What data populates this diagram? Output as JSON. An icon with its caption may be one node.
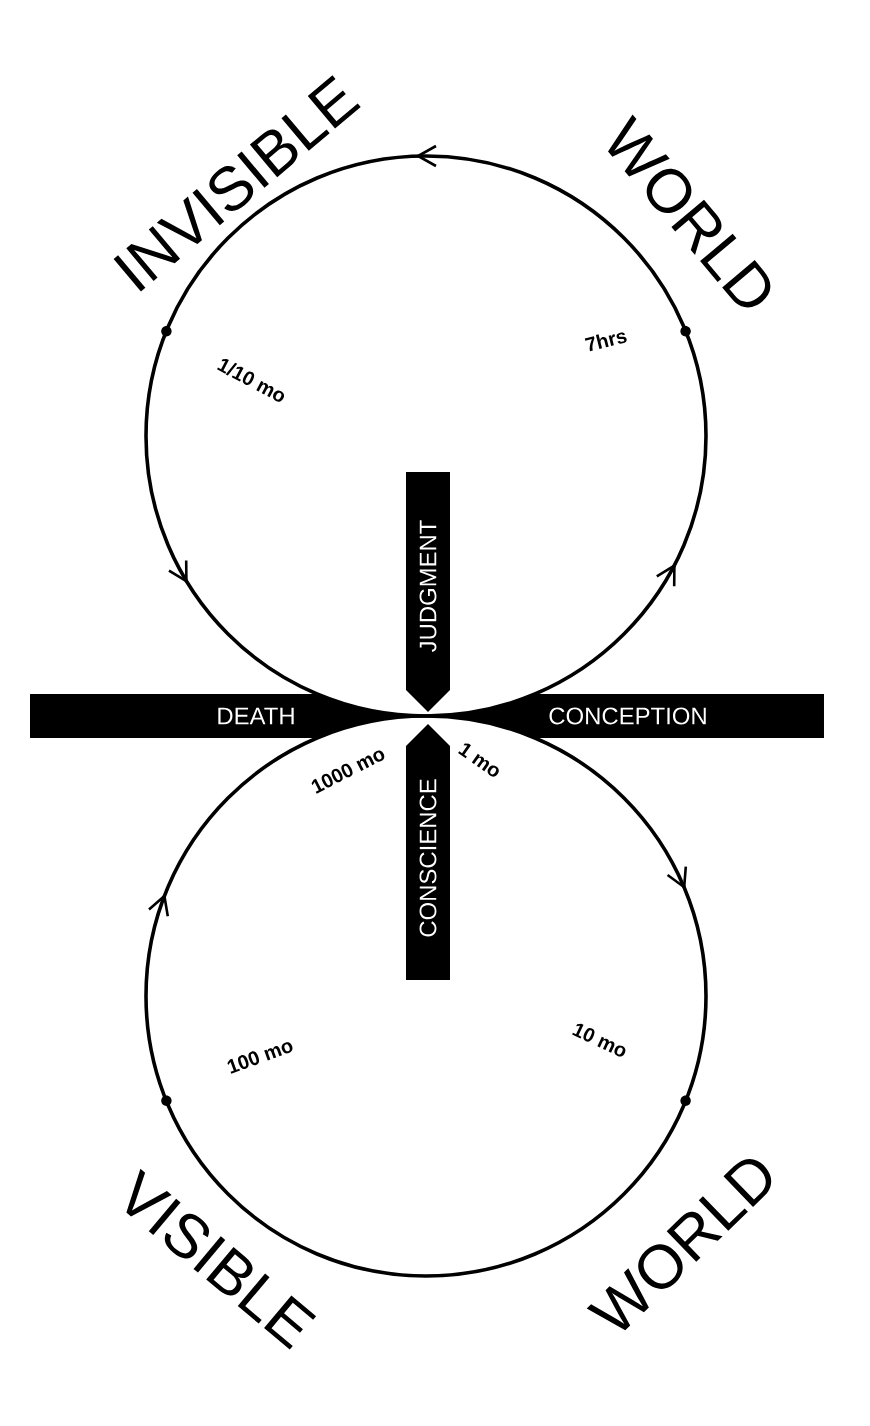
{
  "diagram": {
    "nodes": [
      {
        "text": [
          "JUDGMENT"
        ]
      },
      {
        "text": [
          "DEATH"
        ]
      },
      {
        "text": [
          "CONCEPTION"
        ]
      },
      {
        "text": [
          "CONSCIENCE"
        ]
      }
    ],
    "labels": [
      "INVISIBLE",
      "WORLD",
      "1/10 mo",
      "7hrs",
      "1 mo",
      "1000 mo",
      "10 mo",
      "100 mo",
      "VISIBLE",
      "WORLD"
    ]
  }
}
